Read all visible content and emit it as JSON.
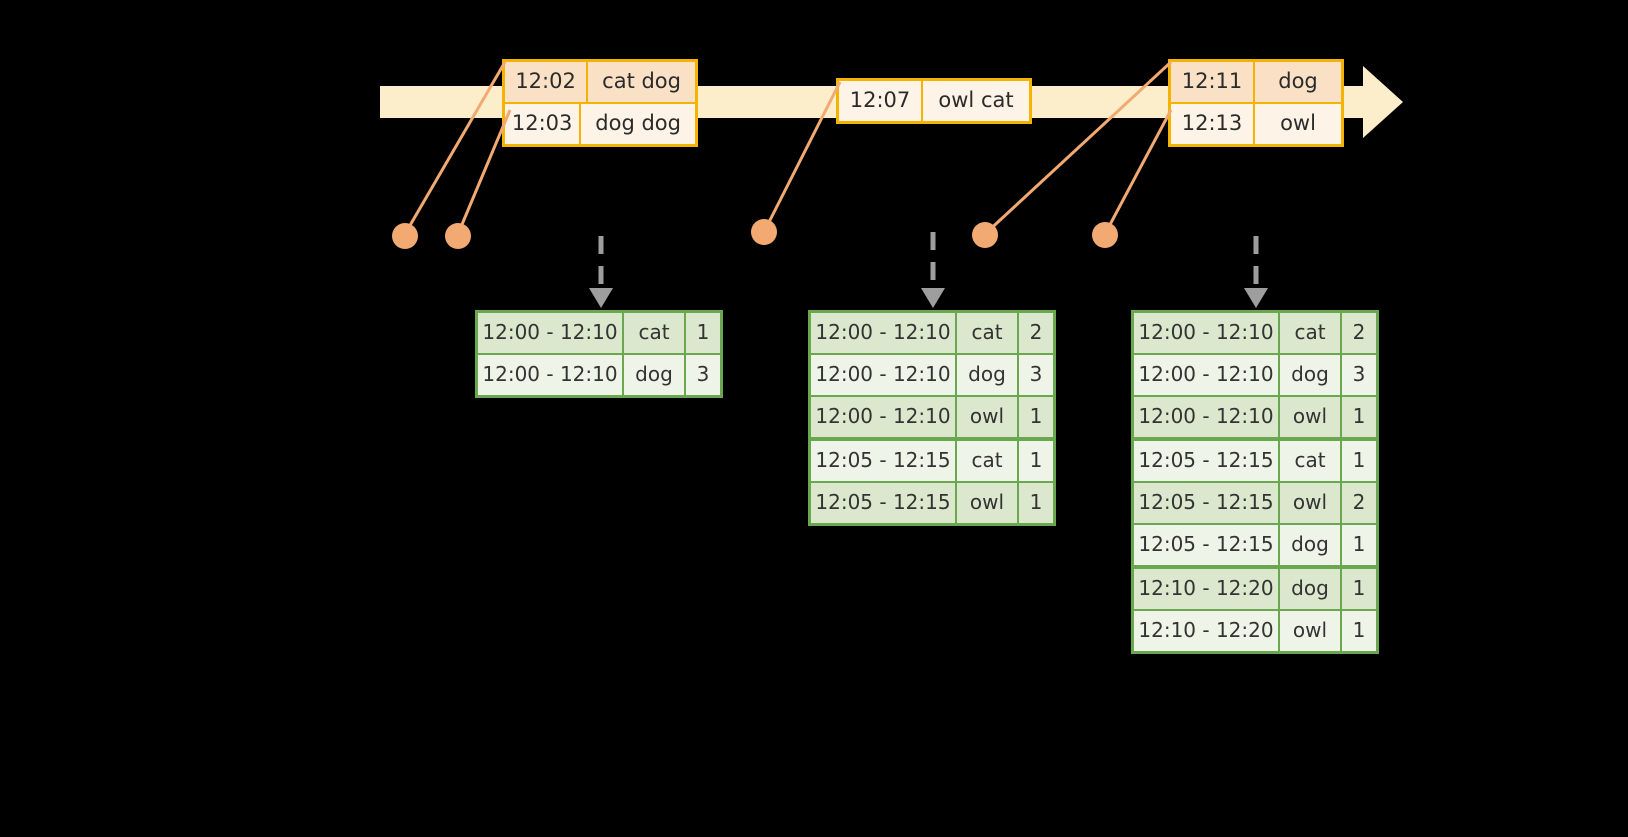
{
  "timeline": {
    "label": "event-stream-timeline",
    "bar_color": "#fdeecb",
    "box_border_color": "#f5b301",
    "dot_color": "#f2aa72",
    "events": [
      {
        "id": "box-a",
        "rows": [
          {
            "time": "12:02",
            "words": "cat dog"
          },
          {
            "time": "12:03",
            "words": "dog dog"
          }
        ]
      },
      {
        "id": "box-b",
        "rows": [
          {
            "time": "12:07",
            "words": "owl cat"
          }
        ]
      },
      {
        "id": "box-c",
        "rows": [
          {
            "time": "12:11",
            "words": "dog"
          },
          {
            "time": "12:13",
            "words": "owl"
          }
        ]
      }
    ]
  },
  "tables": {
    "accent_color": "#6aa84f",
    "arrow_color": "#9e9e9e",
    "table1": {
      "rows": [
        {
          "window": "12:00 - 12:10",
          "word": "cat",
          "count": "1"
        },
        {
          "window": "12:00 - 12:10",
          "word": "dog",
          "count": "3"
        }
      ]
    },
    "table2": {
      "rows": [
        {
          "window": "12:00 - 12:10",
          "word": "cat",
          "count": "2"
        },
        {
          "window": "12:00 - 12:10",
          "word": "dog",
          "count": "3"
        },
        {
          "window": "12:00 - 12:10",
          "word": "owl",
          "count": "1"
        },
        {
          "window": "12:05 - 12:15",
          "word": "cat",
          "count": "1"
        },
        {
          "window": "12:05 - 12:15",
          "word": "owl",
          "count": "1"
        }
      ]
    },
    "table3": {
      "rows": [
        {
          "window": "12:00 - 12:10",
          "word": "cat",
          "count": "2"
        },
        {
          "window": "12:00 - 12:10",
          "word": "dog",
          "count": "3"
        },
        {
          "window": "12:00 - 12:10",
          "word": "owl",
          "count": "1"
        },
        {
          "window": "12:05 - 12:15",
          "word": "cat",
          "count": "1"
        },
        {
          "window": "12:05 - 12:15",
          "word": "owl",
          "count": "2"
        },
        {
          "window": "12:05 - 12:15",
          "word": "dog",
          "count": "1"
        },
        {
          "window": "12:10 - 12:20",
          "word": "dog",
          "count": "1"
        },
        {
          "window": "12:10 - 12:20",
          "word": "owl",
          "count": "1"
        }
      ]
    }
  }
}
